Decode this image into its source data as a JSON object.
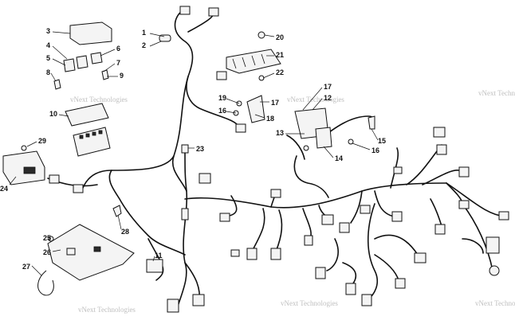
{
  "callouts": [
    {
      "id": "c1",
      "label": "1"
    },
    {
      "id": "c2",
      "label": "2"
    },
    {
      "id": "c3",
      "label": "3"
    },
    {
      "id": "c4",
      "label": "4"
    },
    {
      "id": "c5",
      "label": "5"
    },
    {
      "id": "c6",
      "label": "6"
    },
    {
      "id": "c7",
      "label": "7"
    },
    {
      "id": "c8",
      "label": "8"
    },
    {
      "id": "c9",
      "label": "9"
    },
    {
      "id": "c10",
      "label": "10"
    },
    {
      "id": "c11",
      "label": "11"
    },
    {
      "id": "c12",
      "label": "12"
    },
    {
      "id": "c13",
      "label": "13"
    },
    {
      "id": "c14",
      "label": "14"
    },
    {
      "id": "c15",
      "label": "15"
    },
    {
      "id": "c16a",
      "label": "16"
    },
    {
      "id": "c16b",
      "label": "16"
    },
    {
      "id": "c17a",
      "label": "17"
    },
    {
      "id": "c17b",
      "label": "17"
    },
    {
      "id": "c18",
      "label": "18"
    },
    {
      "id": "c19",
      "label": "19"
    },
    {
      "id": "c20",
      "label": "20"
    },
    {
      "id": "c21",
      "label": "21"
    },
    {
      "id": "c22",
      "label": "22"
    },
    {
      "id": "c23",
      "label": "23"
    },
    {
      "id": "c24",
      "label": "24"
    },
    {
      "id": "c25",
      "label": "25"
    },
    {
      "id": "c26",
      "label": "26"
    },
    {
      "id": "c27",
      "label": "27"
    },
    {
      "id": "c28",
      "label": "28"
    },
    {
      "id": "c29",
      "label": "29"
    }
  ],
  "watermark": "vNext Technologies"
}
